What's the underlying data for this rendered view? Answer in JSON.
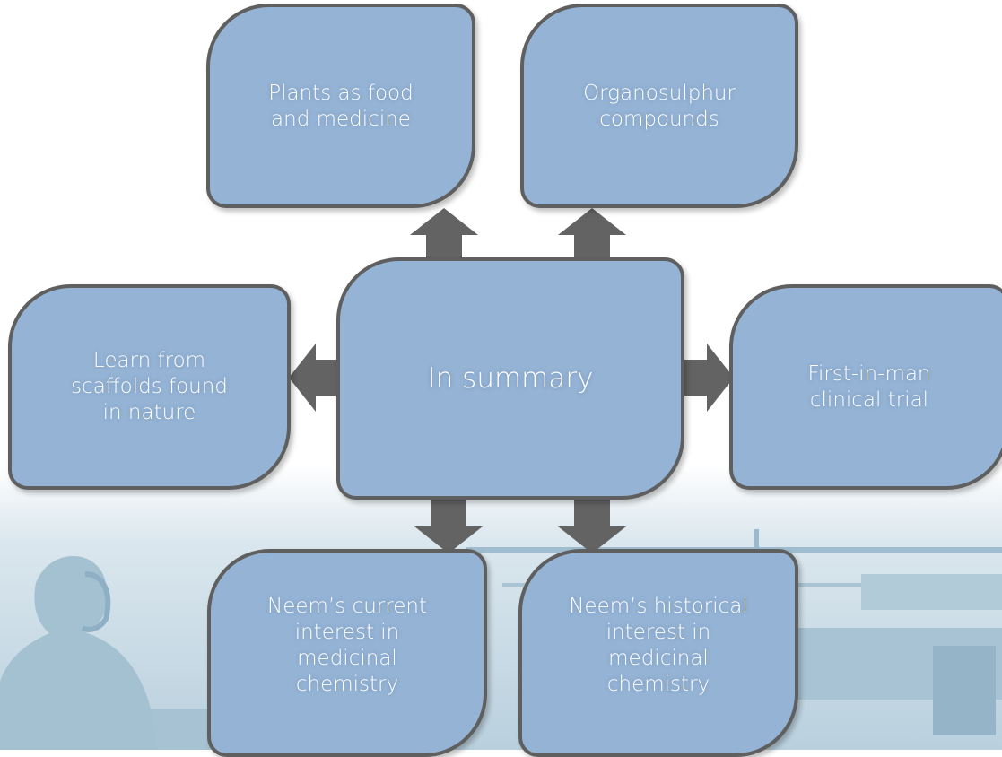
{
  "diagram": {
    "center": {
      "label": "In summary"
    },
    "boxes": {
      "plants": "Plants as food\nand medicine",
      "organo": "Organosulphur\ncompounds",
      "learn": "Learn from\nscaffolds found\nin nature",
      "first": "First-in-man\nclinical trial",
      "neem_current": "Neem’s current\ninterest in\nmedicinal\nchemistry",
      "neem_hist": "Neem’s historical\ninterest in\nmedicinal\nchemistry"
    }
  },
  "colors": {
    "box_fill": "#94b3d5",
    "box_border": "#5f5f5f",
    "arrow": "#636363",
    "text": "#ffffff",
    "background_photo_tint": "#8fb3c9"
  }
}
